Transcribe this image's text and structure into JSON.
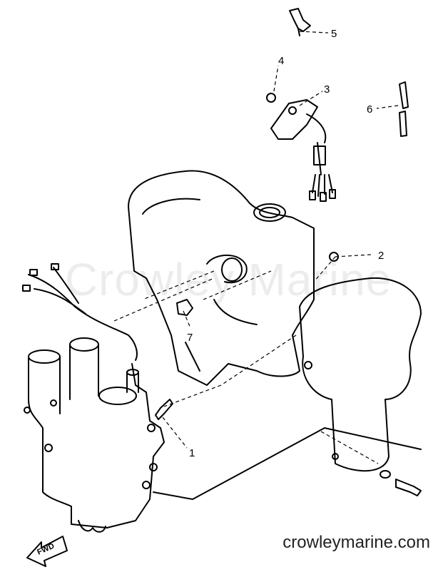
{
  "watermark": "Crowley Marine",
  "footer": {
    "site": "crowleymarine.com"
  },
  "diagram": {
    "callouts": [
      "1",
      "2",
      "3",
      "4",
      "5",
      "6",
      "7"
    ],
    "fwd_label": "FWD",
    "accent_color": "#000000"
  }
}
